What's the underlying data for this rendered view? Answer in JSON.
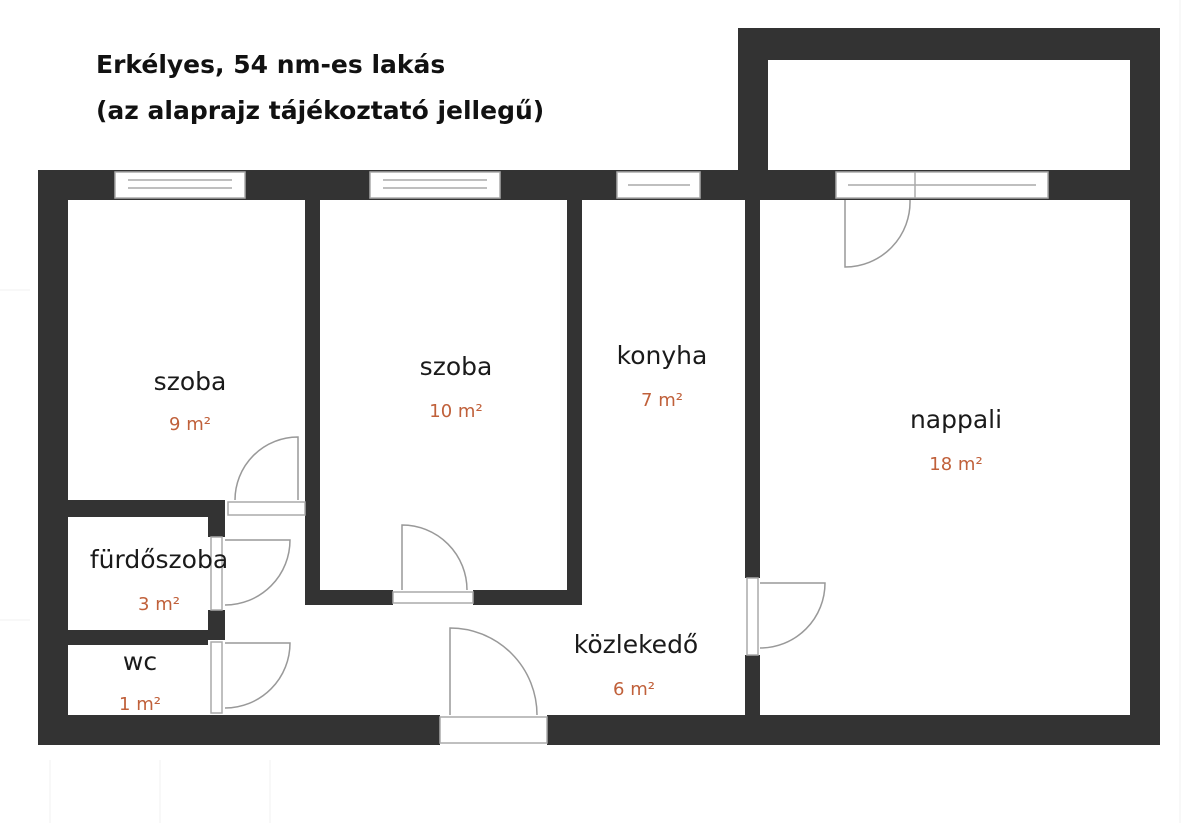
{
  "title": {
    "line1": "Erkélyes, 54 nm-es lakás",
    "line2": "(az alaprajz tájékoztató jellegű)"
  },
  "rooms": [
    {
      "name": "szoba",
      "area": "9 m²"
    },
    {
      "name": "szoba",
      "area": "10 m²"
    },
    {
      "name": "konyha",
      "area": "7 m²"
    },
    {
      "name": "nappali",
      "area": "18 m²"
    },
    {
      "name": "fürdőszoba",
      "area": "3 m²"
    },
    {
      "name": "wc",
      "area": "1 m²"
    },
    {
      "name": "közlekedő",
      "area": "6 m²"
    }
  ],
  "colors": {
    "wall": "#333333",
    "area_text": "#c0603a"
  }
}
